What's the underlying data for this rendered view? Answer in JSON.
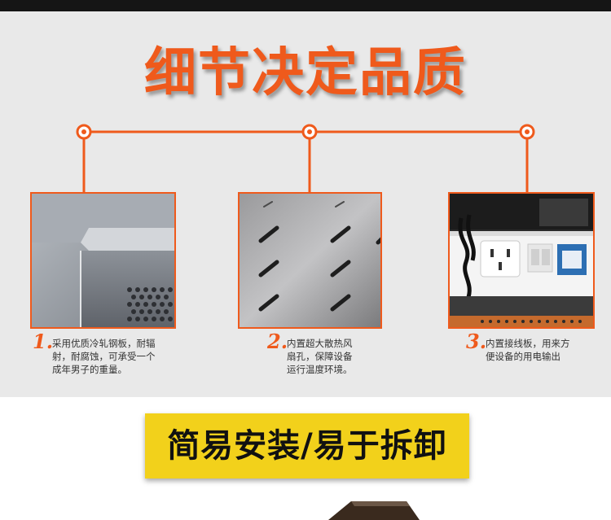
{
  "headline": "细节决定品质",
  "features": [
    {
      "number": "1.",
      "lines": [
        "采用优质冷轧钢板，耐辐",
        "射，耐腐蚀，可承受一个",
        "成年男子的重量。"
      ]
    },
    {
      "number": "2.",
      "lines": [
        "内置超大散热风",
        "扇孔，保障设备",
        "运行温度环境。"
      ]
    },
    {
      "number": "3.",
      "lines": [
        "内置接线板，用来方",
        "便设备的用电输出"
      ]
    }
  ],
  "banner": "简易安装/易于拆卸",
  "colors": {
    "accent": "#ef5a1c",
    "banner_bg": "#f2d11b",
    "section_bg": "#e9e9e9"
  }
}
